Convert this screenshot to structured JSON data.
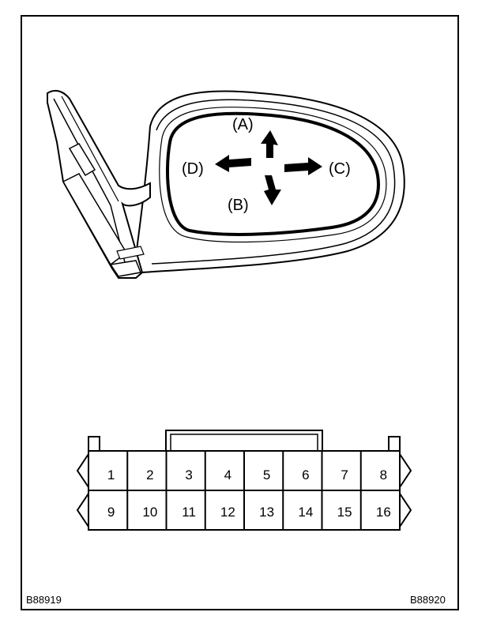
{
  "mirror": {
    "directions": {
      "up": "(A)",
      "down": "(B)",
      "right": "(C)",
      "left": "(D)"
    }
  },
  "connector": {
    "pins_top": [
      "1",
      "2",
      "3",
      "4",
      "5",
      "6",
      "7",
      "8"
    ],
    "pins_bottom": [
      "9",
      "10",
      "11",
      "12",
      "13",
      "14",
      "15",
      "16"
    ]
  },
  "footer": {
    "left_code": "B88919",
    "right_code": "B88920"
  }
}
